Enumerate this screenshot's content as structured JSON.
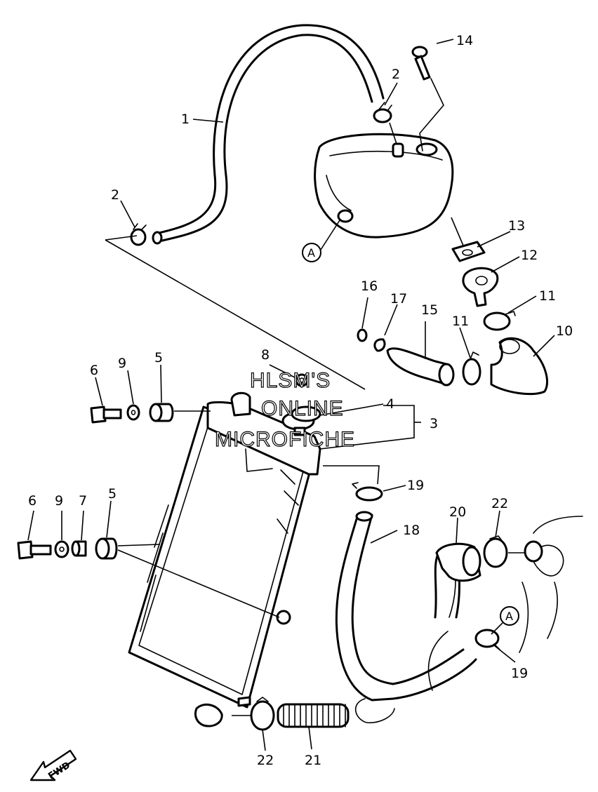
{
  "watermark": {
    "line1": "HLSM'S",
    "line2": "ONLINE",
    "line3": "MICROFICHE"
  },
  "direction_arrow": {
    "label": "FWD"
  },
  "references": {
    "a_top": "A",
    "a_right": "A"
  },
  "callouts": {
    "c1": "1",
    "c2_top": "2",
    "c2_left": "2",
    "c3": "3",
    "c4": "4",
    "c5_upper": "5",
    "c5_lower": "5",
    "c6_upper": "6",
    "c6_lower": "6",
    "c7": "7",
    "c8": "8",
    "c9_upper": "9",
    "c9_lower": "9",
    "c10": "10",
    "c11_right": "11",
    "c11_mid": "11",
    "c12": "12",
    "c13": "13",
    "c14": "14",
    "c15": "15",
    "c16": "16",
    "c17": "17",
    "c18": "18",
    "c19_upper": "19",
    "c19_lower": "19",
    "c20": "20",
    "c21": "21",
    "c22_right": "22",
    "c22_bottom": "22"
  }
}
